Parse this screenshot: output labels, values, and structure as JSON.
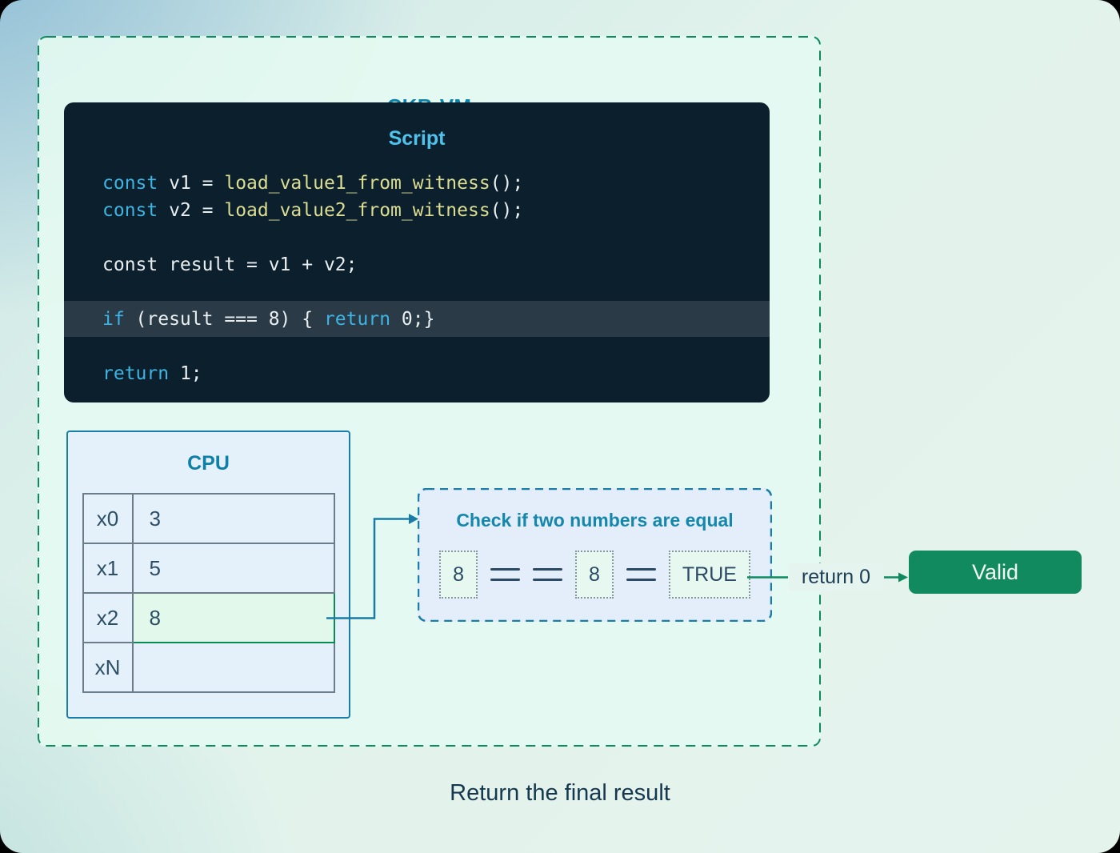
{
  "colors": {
    "accent_teal": "#0d82aa",
    "connector_blue": "#1b7ea8",
    "green": "#0d8a5f",
    "valid_green": "#128a5f",
    "code_background": "#0c1f2c",
    "code_keyword": "#3db4e2",
    "code_function": "#dadd92",
    "code_plain": "#e9eff1",
    "highlight_row": "#2a3a46",
    "register_highlight": "#e2f8eb"
  },
  "ckb_vm": {
    "title": "CKB-VM",
    "script": {
      "title": "Script",
      "lines": [
        {
          "highlight": false,
          "segments": [
            [
              "kw",
              "const "
            ],
            [
              "plain",
              "v1 = "
            ],
            [
              "fn",
              "load_value1_from_witness"
            ],
            [
              "plain",
              "();"
            ]
          ]
        },
        {
          "highlight": false,
          "segments": [
            [
              "kw",
              "const "
            ],
            [
              "plain",
              "v2 = "
            ],
            [
              "fn",
              "load_value2_from_witness"
            ],
            [
              "plain",
              "();"
            ]
          ]
        },
        {
          "highlight": false,
          "segments": []
        },
        {
          "highlight": false,
          "segments": [
            [
              "plain",
              "const result = v1 + v2;"
            ]
          ]
        },
        {
          "highlight": false,
          "segments": []
        },
        {
          "highlight": true,
          "segments": [
            [
              "kw",
              "if "
            ],
            [
              "plain",
              "(result === 8) { "
            ],
            [
              "kw",
              "return "
            ],
            [
              "plain",
              "0;}"
            ]
          ]
        },
        {
          "highlight": false,
          "segments": []
        },
        {
          "highlight": false,
          "segments": [
            [
              "kw",
              "return "
            ],
            [
              "plain",
              "1;"
            ]
          ]
        }
      ]
    },
    "cpu": {
      "title": "CPU",
      "registers": [
        {
          "name": "x0",
          "value": "3",
          "highlight": false
        },
        {
          "name": "x1",
          "value": "5",
          "highlight": false
        },
        {
          "name": "x2",
          "value": "8",
          "highlight": true
        },
        {
          "name": "xN",
          "value": "",
          "highlight": false
        }
      ]
    }
  },
  "check": {
    "title": "Check if two numbers are equal",
    "items": [
      {
        "type": "box",
        "text": "8"
      },
      {
        "type": "eq"
      },
      {
        "type": "eq"
      },
      {
        "type": "box",
        "text": "8"
      },
      {
        "type": "eq"
      },
      {
        "type": "box",
        "text": "TRUE"
      }
    ]
  },
  "flow": {
    "return_label": "return 0",
    "valid_label": "Valid"
  },
  "caption": "Return the final result"
}
